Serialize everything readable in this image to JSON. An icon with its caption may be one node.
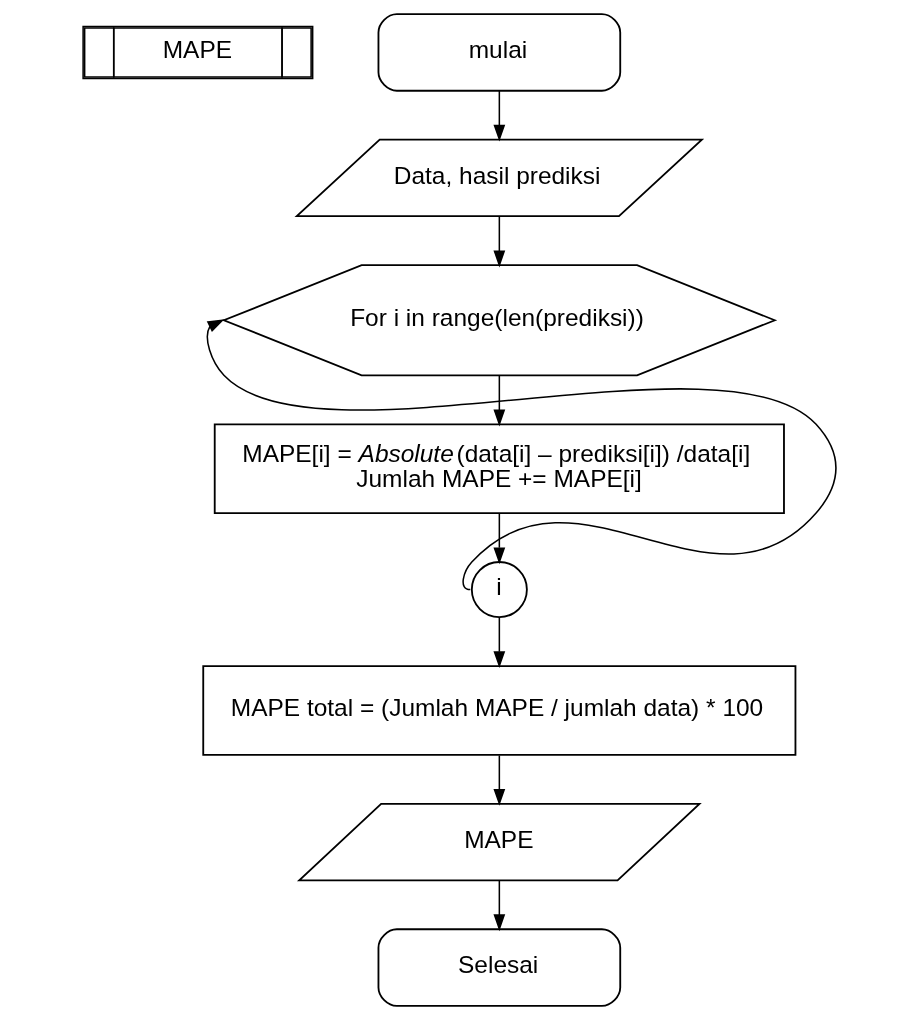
{
  "diagram": {
    "nodes": [
      {
        "text": [
          "MAPE"
        ]
      },
      {
        "text": [
          "mulai"
        ]
      },
      {
        "text": [
          "Data, hasil prediksi"
        ]
      },
      {
        "text": [
          "For i in range(len(prediksi))"
        ]
      },
      {
        "text": [
          "MAPE[i] = *Absolute*(data[i] – prediksi[i]) /data[i]",
          "Jumlah MAPE += MAPE[i]"
        ]
      },
      {
        "text": [
          "i"
        ]
      },
      {
        "text": [
          "MAPE total = (Jumlah MAPE / jumlah data) * 100"
        ]
      },
      {
        "text": [
          "MAPE"
        ]
      },
      {
        "text": [
          "Selesai"
        ]
      }
    ],
    "edges": [
      {
        "from": 1,
        "to": 2,
        "arrow": "to"
      },
      {
        "from": 2,
        "to": 3,
        "arrow": "to"
      },
      {
        "from": 3,
        "to": 4,
        "arrow": "to"
      },
      {
        "from": 4,
        "to": 5,
        "arrow": "to"
      },
      {
        "from": 5,
        "to": 3,
        "arrow": "to"
      },
      {
        "from": 5,
        "to": 6,
        "arrow": "to"
      },
      {
        "from": 6,
        "to": 7,
        "arrow": "to"
      },
      {
        "from": 7,
        "to": 8,
        "arrow": "to"
      }
    ]
  }
}
